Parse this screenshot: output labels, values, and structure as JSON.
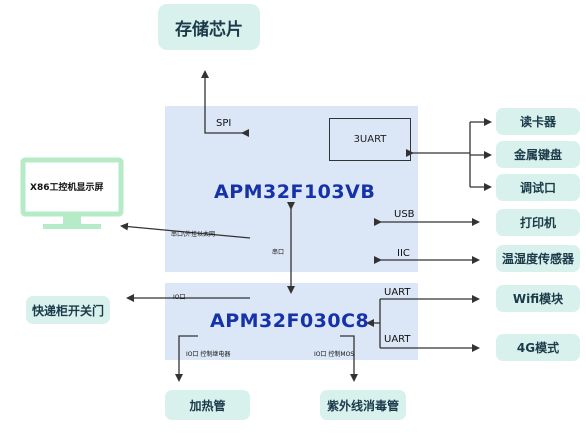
{
  "diagram": {
    "storage_chip": "存储芯片",
    "spi": "SPI",
    "mcu1": "APM32F103VB",
    "uart3": "3UART",
    "usb": "USB",
    "iic": "IIC",
    "display": "X86工控机显示屏",
    "display_link": "串口\\外挂以太网",
    "serial": "串口",
    "mcu2": "APM32F030C8",
    "io_port": "IO口",
    "uart_a": "UART",
    "uart_b": "UART",
    "io_relay": "IO口 控制继电器",
    "io_mos": "IO口 控制MOS",
    "locker": "快递柜开关门",
    "heating": "加热管",
    "uv_lamp": "紫外线消毒管",
    "peripherals": [
      "读卡器",
      "金属键盘",
      "调试口",
      "打印机",
      "温湿度传感器",
      "Wifi模块",
      "4G模式"
    ],
    "colors": {
      "mcu_fill": "#dbe7f6",
      "pill_fill": "#d8f1ec",
      "title_blue": "#1532a8",
      "screen_green": "#b6ebc7"
    }
  }
}
